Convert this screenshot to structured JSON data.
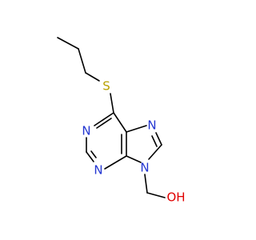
{
  "molecule": {
    "atoms": {
      "sulfur": {
        "label": "S",
        "color": "#b8a000"
      },
      "n1": {
        "label": "N",
        "color": "#2336d1"
      },
      "n3": {
        "label": "N",
        "color": "#2336d1"
      },
      "n7": {
        "label": "N",
        "color": "#2336d1"
      },
      "n9": {
        "label": "N",
        "color": "#2336d1"
      },
      "hydroxyl": {
        "label": "OH",
        "color": "#e00000"
      }
    },
    "colors": {
      "carbon_bond": "#000000",
      "nitrogen": "#2336d1",
      "sulfur": "#b8a000",
      "oxygen": "#e00000",
      "background": "#ffffff"
    }
  }
}
